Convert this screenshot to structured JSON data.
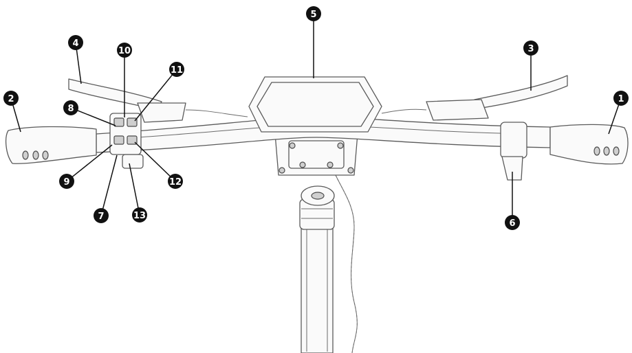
{
  "diagram": {
    "callouts": [
      {
        "id": "c1",
        "label": "1"
      },
      {
        "id": "c2",
        "label": "2"
      },
      {
        "id": "c3",
        "label": "3"
      },
      {
        "id": "c4",
        "label": "4"
      },
      {
        "id": "c5",
        "label": "5"
      },
      {
        "id": "c6",
        "label": "6"
      },
      {
        "id": "c7",
        "label": "7"
      },
      {
        "id": "c8",
        "label": "8"
      },
      {
        "id": "c9",
        "label": "9"
      },
      {
        "id": "c10",
        "label": "10"
      },
      {
        "id": "c11",
        "label": "11"
      },
      {
        "id": "c12",
        "label": "12"
      },
      {
        "id": "c13",
        "label": "13"
      }
    ],
    "colors": {
      "badge": "#111111",
      "line_art": "#5a5a5a",
      "background": "#ffffff"
    }
  }
}
